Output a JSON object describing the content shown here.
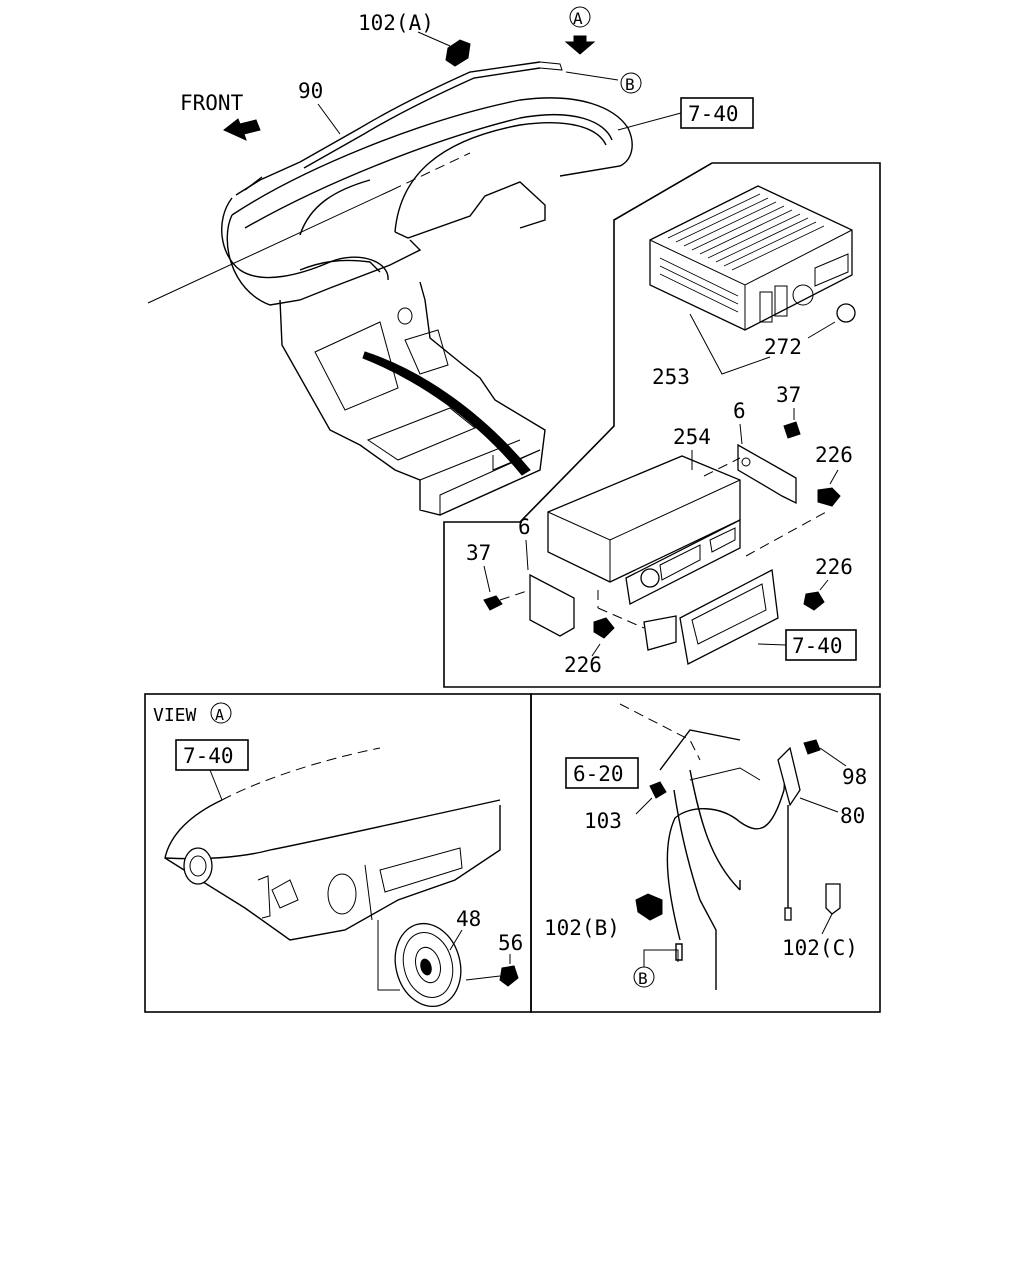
{
  "labels": {
    "part_102a": "102(A)",
    "view_a_marker": "A",
    "view_b_marker_top": "B",
    "front": "FRONT",
    "part_90": "90",
    "ref_7_40_top": "7-40",
    "part_272": "272",
    "part_253": "253",
    "part_37_right": "37",
    "part_6_right": "6",
    "part_254": "254",
    "part_226_right_top": "226",
    "part_6_left": "6",
    "part_37_left": "37",
    "part_226_right_bottom": "226",
    "ref_7_40_bracket": "7-40",
    "part_226_left": "226",
    "view_label": "VIEW",
    "view_label_marker": "A",
    "ref_7_40_view": "7-40",
    "part_48": "48",
    "part_56": "56",
    "ref_6_20": "6-20",
    "part_98": "98",
    "part_103": "103",
    "part_80": "80",
    "part_102b": "102(B)",
    "part_102c": "102(C)",
    "view_b_marker_bottom": "B"
  }
}
